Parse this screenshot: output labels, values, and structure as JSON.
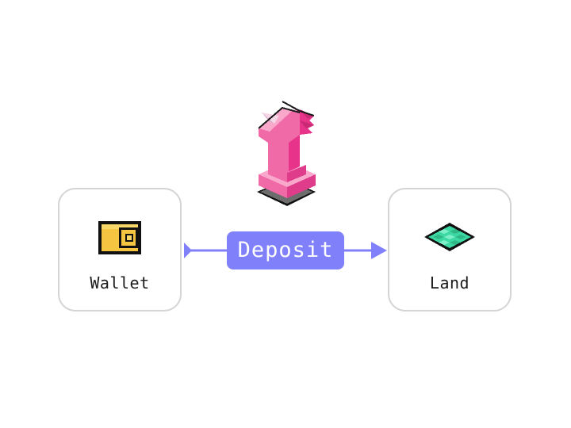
{
  "flow": {
    "source": {
      "label": "Wallet",
      "icon": "wallet-icon"
    },
    "action": {
      "label": "Deposit",
      "color": "#8080fa"
    },
    "target": {
      "label": "Land",
      "icon": "land-tile-icon"
    }
  },
  "hero_icon": "pink-unicorn-knight-icon",
  "colors": {
    "card_border": "#d4d4d4",
    "arrow": "#8080fa",
    "wallet": "#f5c542",
    "land": "#3dd9a4",
    "knight": "#f0449b"
  }
}
